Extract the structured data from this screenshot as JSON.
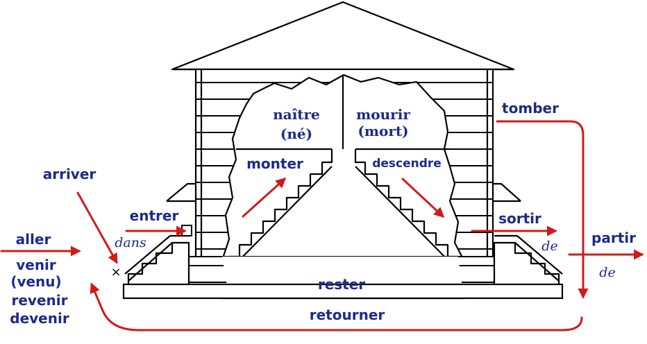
{
  "labels": {
    "naitre": "naître",
    "ne": "(né)",
    "mourir": "mourir",
    "mort": "(mort)",
    "monter": "monter",
    "descendre": "descendre",
    "tomber": "tomber",
    "arriver": "arriver",
    "entrer": "entrer",
    "dans": "dans",
    "sortir": "sortir",
    "de_sortir": "de",
    "partir": "partir",
    "de_partir": "de",
    "aller": "aller",
    "venir": "venir",
    "venu": "(venu)",
    "revenir": "revenir",
    "devenir": "devenir",
    "rester": "rester",
    "retourner": "retourner",
    "cross": "×"
  },
  "colors": {
    "label": "#1c2a8a",
    "arrow": "#d21a1a",
    "outline": "#000000"
  }
}
